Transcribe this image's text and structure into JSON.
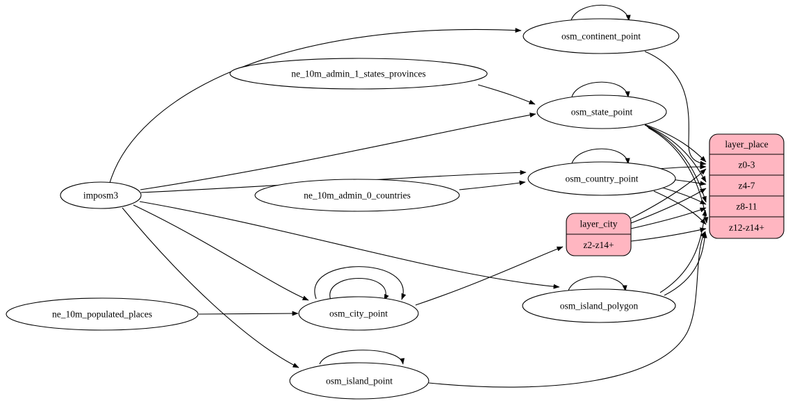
{
  "diagram": {
    "type": "graph",
    "background_color": "#ffffff",
    "edge_color": "#000000",
    "table_node_fill": "#ffffff",
    "layer_node_fill": "#ffb6c1",
    "node_border_color": "#000000",
    "nodes": [
      {
        "id": "imposm3",
        "shape": "ellipse",
        "label": "imposm3"
      },
      {
        "id": "ne_10m_admin_1_states_provinces",
        "shape": "ellipse",
        "label": "ne_10m_admin_1_states_provinces"
      },
      {
        "id": "ne_10m_admin_0_countries",
        "shape": "ellipse",
        "label": "ne_10m_admin_0_countries"
      },
      {
        "id": "ne_10m_populated_places",
        "shape": "ellipse",
        "label": "ne_10m_populated_places"
      },
      {
        "id": "osm_continent_point",
        "shape": "ellipse",
        "label": "osm_continent_point"
      },
      {
        "id": "osm_state_point",
        "shape": "ellipse",
        "label": "osm_state_point"
      },
      {
        "id": "osm_country_point",
        "shape": "ellipse",
        "label": "osm_country_point"
      },
      {
        "id": "osm_city_point",
        "shape": "ellipse",
        "label": "osm_city_point"
      },
      {
        "id": "osm_island_point",
        "shape": "ellipse",
        "label": "osm_island_point"
      },
      {
        "id": "osm_island_polygon",
        "shape": "ellipse",
        "label": "osm_island_polygon"
      },
      {
        "id": "layer_city",
        "shape": "record",
        "rows": [
          "layer_city",
          "z2-z14+"
        ],
        "fill": "#ffb6c1"
      },
      {
        "id": "layer_place",
        "shape": "record",
        "rows": [
          "layer_place",
          "z0-3",
          "z4-7",
          "z8-11",
          "z12-z14+"
        ],
        "fill": "#ffb6c1"
      }
    ],
    "edges": [
      {
        "from": "imposm3",
        "to": "osm_continent_point"
      },
      {
        "from": "imposm3",
        "to": "osm_state_point"
      },
      {
        "from": "imposm3",
        "to": "osm_country_point"
      },
      {
        "from": "imposm3",
        "to": "osm_city_point"
      },
      {
        "from": "imposm3",
        "to": "osm_island_point"
      },
      {
        "from": "imposm3",
        "to": "osm_island_polygon"
      },
      {
        "from": "ne_10m_admin_1_states_provinces",
        "to": "osm_state_point"
      },
      {
        "from": "ne_10m_admin_0_countries",
        "to": "osm_country_point"
      },
      {
        "from": "ne_10m_populated_places",
        "to": "osm_city_point"
      },
      {
        "from": "osm_continent_point",
        "to": "osm_continent_point"
      },
      {
        "from": "osm_state_point",
        "to": "osm_state_point"
      },
      {
        "from": "osm_country_point",
        "to": "osm_country_point"
      },
      {
        "from": "osm_city_point",
        "to": "osm_city_point"
      },
      {
        "from": "osm_city_point",
        "to": "osm_city_point"
      },
      {
        "from": "osm_island_point",
        "to": "osm_island_point"
      },
      {
        "from": "osm_island_polygon",
        "to": "osm_island_polygon"
      },
      {
        "from": "osm_city_point",
        "to": "layer_city:z2-z14+"
      },
      {
        "from": "osm_continent_point",
        "to": "layer_place:z0-3"
      },
      {
        "from": "osm_state_point",
        "to": "layer_place:z0-3"
      },
      {
        "from": "osm_state_point",
        "to": "layer_place:z4-7"
      },
      {
        "from": "osm_state_point",
        "to": "layer_place:z8-11"
      },
      {
        "from": "osm_state_point",
        "to": "layer_place:z12-z14+"
      },
      {
        "from": "osm_country_point",
        "to": "layer_place:z0-3"
      },
      {
        "from": "osm_country_point",
        "to": "layer_place:z4-7"
      },
      {
        "from": "osm_country_point",
        "to": "layer_place:z8-11"
      },
      {
        "from": "osm_country_point",
        "to": "layer_place:z12-z14+"
      },
      {
        "from": "layer_city:z2-z14+",
        "to": "layer_place:z0-3"
      },
      {
        "from": "layer_city:z2-z14+",
        "to": "layer_place:z4-7"
      },
      {
        "from": "layer_city:z2-z14+",
        "to": "layer_place:z8-11"
      },
      {
        "from": "layer_city:z2-z14+",
        "to": "layer_place:z12-z14+"
      },
      {
        "from": "osm_island_polygon",
        "to": "layer_place:z8-11"
      },
      {
        "from": "osm_island_polygon",
        "to": "layer_place:z12-z14+"
      },
      {
        "from": "osm_island_point",
        "to": "layer_place:z12-z14+"
      }
    ]
  }
}
